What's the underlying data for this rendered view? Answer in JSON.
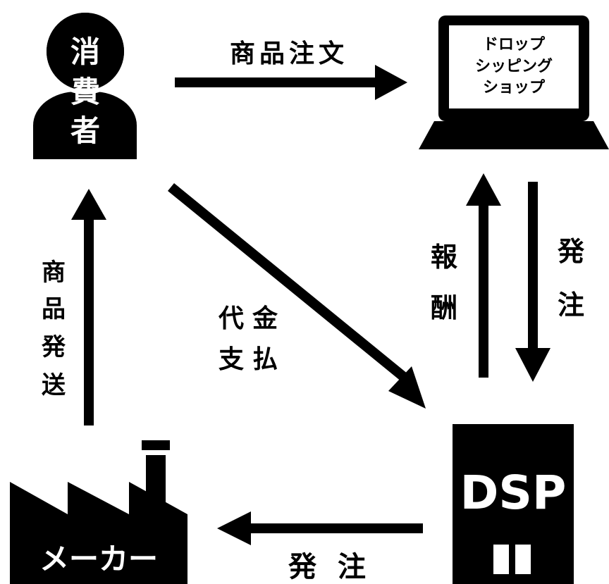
{
  "nodes": {
    "consumer": {
      "chars": [
        "消",
        "費",
        "者"
      ]
    },
    "shop": {
      "line1": "ドロップ",
      "line2": "シッピング",
      "line3": "ショップ"
    },
    "dsp": {
      "label": "DSP"
    },
    "maker": {
      "label": "メーカー"
    }
  },
  "edges": {
    "order": {
      "label": "商品注文"
    },
    "reward": {
      "chars": [
        "報",
        "酬"
      ]
    },
    "dsp_order": {
      "chars": [
        "発",
        "注"
      ]
    },
    "payment": {
      "line1": "代金",
      "line2": "支払"
    },
    "shipping": {
      "chars": [
        "商",
        "品",
        "発",
        "送"
      ]
    },
    "maker_order": {
      "label": "発 注"
    }
  },
  "colors": {
    "ink": "#000000",
    "paper": "#ffffff"
  }
}
